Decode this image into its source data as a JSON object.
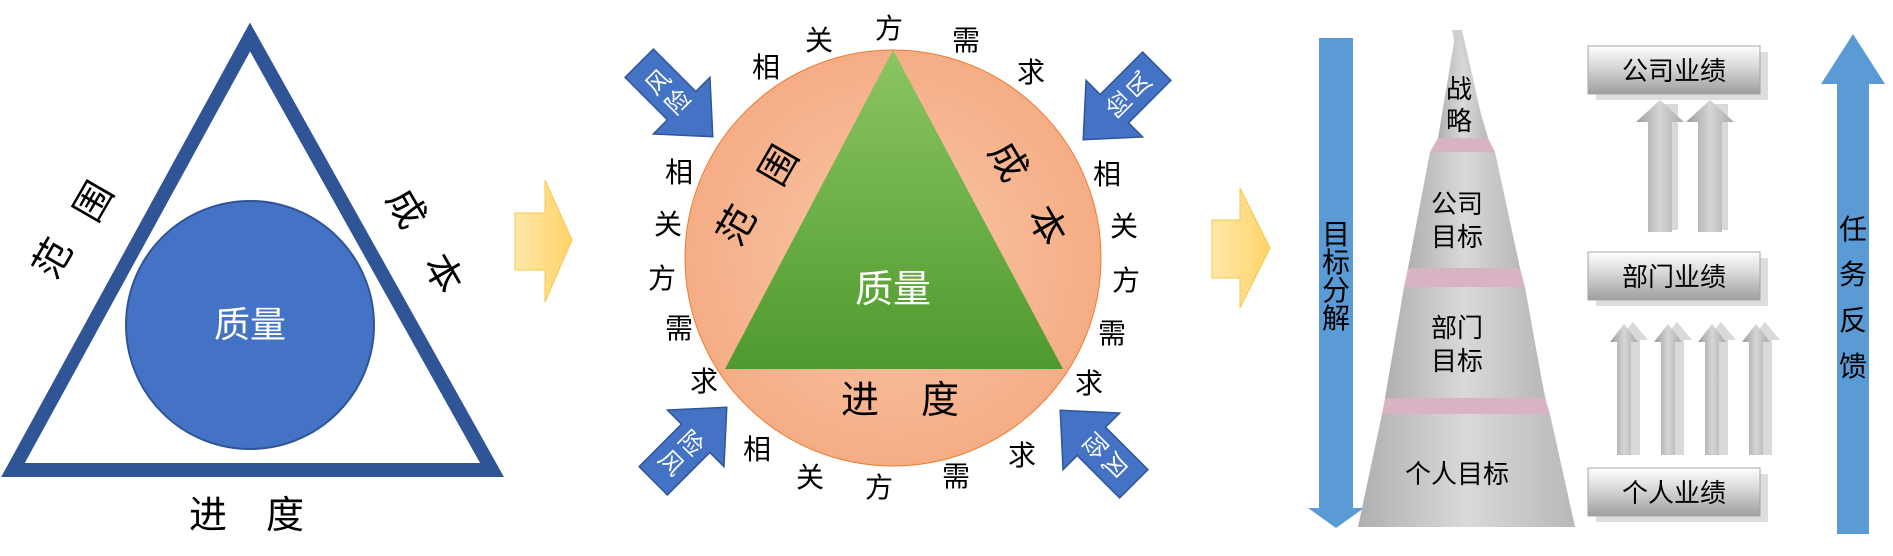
{
  "diagram1": {
    "center": "质量",
    "left": [
      "范",
      "围"
    ],
    "right": [
      "成",
      "本"
    ],
    "bottom": [
      "进",
      "度"
    ]
  },
  "diagram2": {
    "center": "质量",
    "left": [
      "范",
      "围"
    ],
    "right": [
      "成",
      "本"
    ],
    "bottom": [
      "进",
      "度"
    ],
    "stakeholder_chars": [
      "相",
      "关",
      "方",
      "需",
      "求"
    ],
    "risk_label": [
      "风",
      "险"
    ]
  },
  "diagram3": {
    "left_arrow_label": "目标分解",
    "right_arrow_label": "任务反馈",
    "pyramid_levels": [
      {
        "lines": [
          "战",
          "略"
        ]
      },
      {
        "lines": [
          "公司",
          "目标"
        ]
      },
      {
        "lines": [
          "部门",
          "目标"
        ]
      },
      {
        "lines": [
          "个人目标"
        ]
      }
    ],
    "performance_boxes": [
      "公司业绩",
      "部门业绩",
      "个人业绩"
    ]
  },
  "colors": {
    "dark_blue": "#2F5597",
    "blue_fill": "#4472C4",
    "peach": "#F4B183",
    "green": "#70AD47",
    "light_blue_arrow": "#5B9BD5",
    "yellow_arrow": "#FFD966",
    "gray": "#BFBFBF"
  }
}
